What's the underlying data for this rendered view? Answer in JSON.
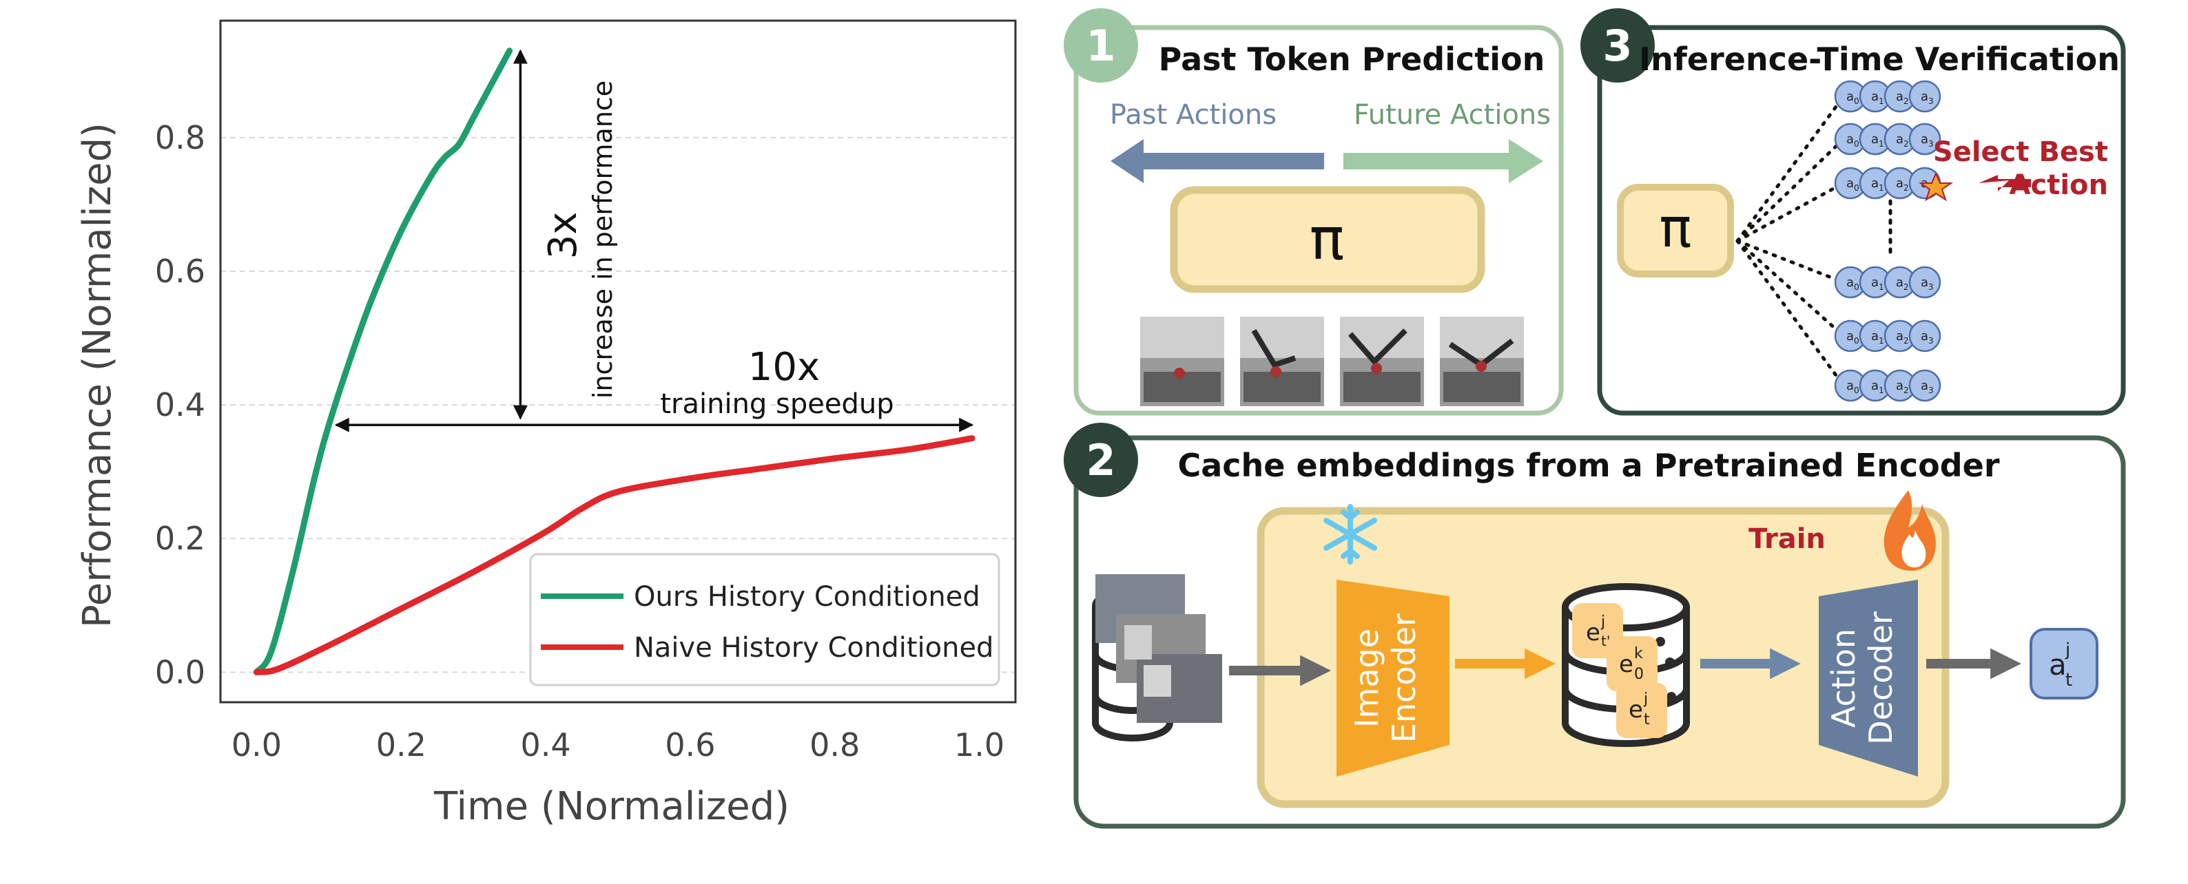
{
  "chart_data": {
    "type": "line",
    "xlabel": "Time (Normalized)",
    "ylabel": "Performance (Normalized)",
    "xlim": [
      -0.05,
      1.05
    ],
    "ylim": [
      -0.045,
      0.975
    ],
    "xticks": [
      0.0,
      0.2,
      0.4,
      0.6,
      0.8,
      1.0
    ],
    "yticks": [
      0.0,
      0.2,
      0.4,
      0.6,
      0.8
    ],
    "xtick_labels": [
      "0.0",
      "0.2",
      "0.4",
      "0.6",
      "0.8",
      "1.0"
    ],
    "ytick_labels": [
      "0.0",
      "0.2",
      "0.4",
      "0.6",
      "0.8"
    ],
    "grid": "horizontal-dashed",
    "legend_position": "bottom-right",
    "series": [
      {
        "name": "Ours History Conditioned",
        "color": "#1e9e6e",
        "x": [
          0.0,
          0.02,
          0.05,
          0.08,
          0.1,
          0.13,
          0.16,
          0.2,
          0.24,
          0.26,
          0.28,
          0.3,
          0.33,
          0.35
        ],
        "y": [
          0.0,
          0.03,
          0.15,
          0.29,
          0.37,
          0.47,
          0.56,
          0.66,
          0.74,
          0.77,
          0.79,
          0.83,
          0.89,
          0.93
        ]
      },
      {
        "name": "Naive History Conditioned",
        "color": "#e0272b",
        "x": [
          0.0,
          0.03,
          0.1,
          0.2,
          0.3,
          0.4,
          0.45,
          0.5,
          0.6,
          0.7,
          0.8,
          0.9,
          0.99
        ],
        "y": [
          0.0,
          0.005,
          0.04,
          0.095,
          0.15,
          0.21,
          0.245,
          0.27,
          0.29,
          0.305,
          0.32,
          0.333,
          0.35
        ]
      }
    ],
    "annotations": [
      {
        "big": "3x",
        "small": "increase in performance",
        "x": 0.365,
        "y_from": 0.38,
        "y_to": 0.93
      },
      {
        "big": "10x",
        "small": "training speedup",
        "y": 0.37,
        "x_from": 0.11,
        "x_to": 0.99
      }
    ]
  },
  "diagram": {
    "panel1": {
      "number": "1",
      "title": "Past Token Prediction",
      "left_label": "Past Actions",
      "right_label": "Future Actions",
      "policy_symbol": "π"
    },
    "panel2": {
      "number": "2",
      "title": "Cache embeddings from a Pretrained Encoder",
      "train_label": "Train",
      "encoder_lines": [
        "Image",
        "Encoder"
      ],
      "decoder_lines": [
        "Action",
        "Decoder"
      ],
      "embeddings": [
        {
          "base": "e",
          "sup": "j",
          "sub": "t'"
        },
        {
          "base": "e",
          "sup": "k",
          "sub": "0"
        },
        {
          "base": "e",
          "sup": "j",
          "sub": "t"
        }
      ],
      "output": {
        "base": "a",
        "sup": "j",
        "sub": "t"
      }
    },
    "panel3": {
      "number": "3",
      "title": "Inference-Time Verification",
      "policy_symbol": "π",
      "select_label_lines": [
        "Select Best",
        "Action"
      ],
      "action_base": "a",
      "action_subs": [
        "0",
        "1",
        "2",
        "3"
      ]
    },
    "colors": {
      "panel1_border": "#a9c9a6",
      "panel_dark_border": "#2f4a3f",
      "panel2_border": "#46634f",
      "badge1": "#9dc7a3",
      "badge_dark": "#2b4437",
      "policy_fill": "#fbeab7",
      "policy_border": "#dcc98a",
      "past_arrow": "#6e86a7",
      "future_arrow": "#9fcaa3",
      "encoder": "#f5a629",
      "decoder": "#677d9e",
      "select_red": "#b4202a",
      "token_fill": "#a9c2ea",
      "token_border": "#4f6fa8"
    }
  }
}
